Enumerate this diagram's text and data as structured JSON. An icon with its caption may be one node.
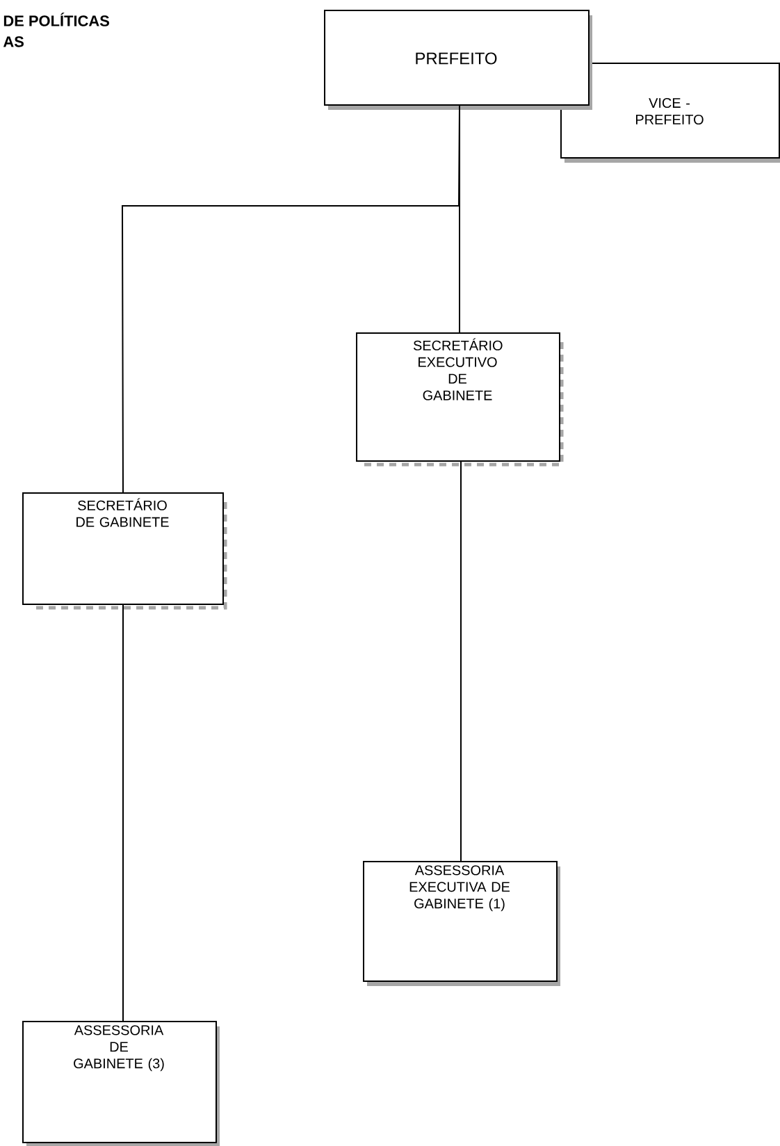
{
  "diagram": {
    "nodes": [
      {
        "text": [
          "PREFEITO"
        ]
      },
      {
        "text": [
          "VICE - PREFEITO"
        ]
      },
      {
        "text": [
          "SECRETÁRIO EXECUTIVO DE GABINETE"
        ]
      },
      {
        "text": [
          "SECRETÁRIO DE GABINETE"
        ]
      },
      {
        "text": [
          "ASSESSORIA EXECUTIVA DE GABINETE (1)"
        ]
      },
      {
        "text": [
          "ASSESSORIA DE GABINETE (3)"
        ]
      }
    ],
    "edges": [
      {
        "from": 0,
        "to": 2,
        "arrow": "none"
      },
      {
        "from": 0,
        "to": 3,
        "arrow": "none"
      },
      {
        "from": 2,
        "to": 4,
        "arrow": "none"
      },
      {
        "from": 3,
        "to": 5,
        "arrow": "none"
      }
    ],
    "labels": [
      "DE POLÍTICAS",
      "AS"
    ]
  }
}
